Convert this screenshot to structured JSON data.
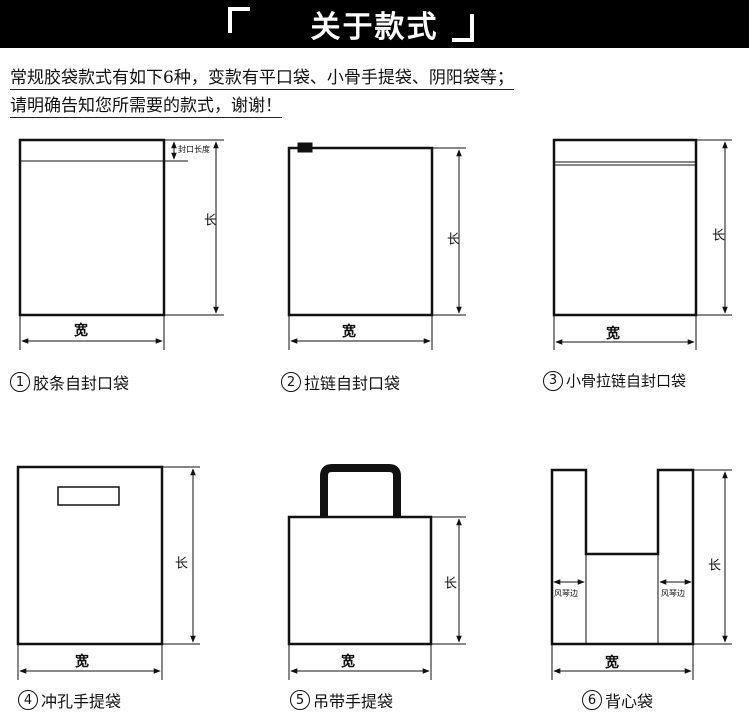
{
  "header": {
    "title": "关于款式"
  },
  "intro": {
    "line1": "常规胶袋款式有如下6种，变款有平口袋、小骨手提袋、阴阳袋等；",
    "line2": "请明确告知您所需要的款式，谢谢！"
  },
  "labels": {
    "width": "宽",
    "length": "长",
    "seal_length": "封口长度",
    "gusset": "风琴边"
  },
  "bags": [
    {
      "number": "1",
      "name": "胶条自封口袋"
    },
    {
      "number": "2",
      "name": "拉链自封口袋"
    },
    {
      "number": "3",
      "name": "小骨拉链自封口袋"
    },
    {
      "number": "4",
      "name": "冲孔手提袋"
    },
    {
      "number": "5",
      "name": "吊带手提袋"
    },
    {
      "number": "6",
      "name": "背心袋"
    }
  ]
}
